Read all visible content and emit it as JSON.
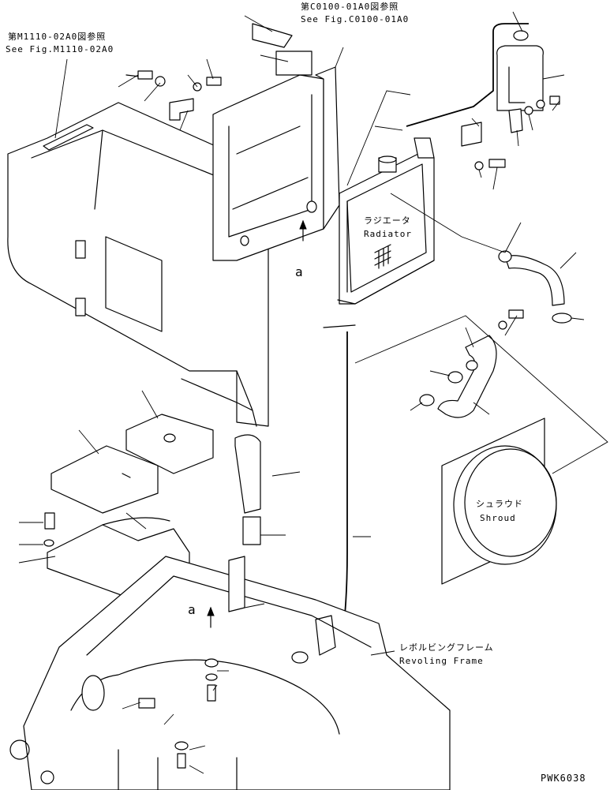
{
  "references": {
    "top_left_jp": "第M1110-02A0図参照",
    "top_left_en": "See Fig.M1110-02A0",
    "top_center_jp": "第C0100-01A0図参照",
    "top_center_en": "See Fig.C0100-01A0"
  },
  "parts": {
    "radiator_jp": "ラジエータ",
    "radiator_en": "Radiator",
    "shroud_jp": "シュラウド",
    "shroud_en": "Shroud",
    "frame_jp": "レボルビングフレーム",
    "frame_en": "Revoling Frame"
  },
  "view_markers": {
    "upper": "a",
    "lower": "a"
  },
  "drawing_code": "PWK6038"
}
